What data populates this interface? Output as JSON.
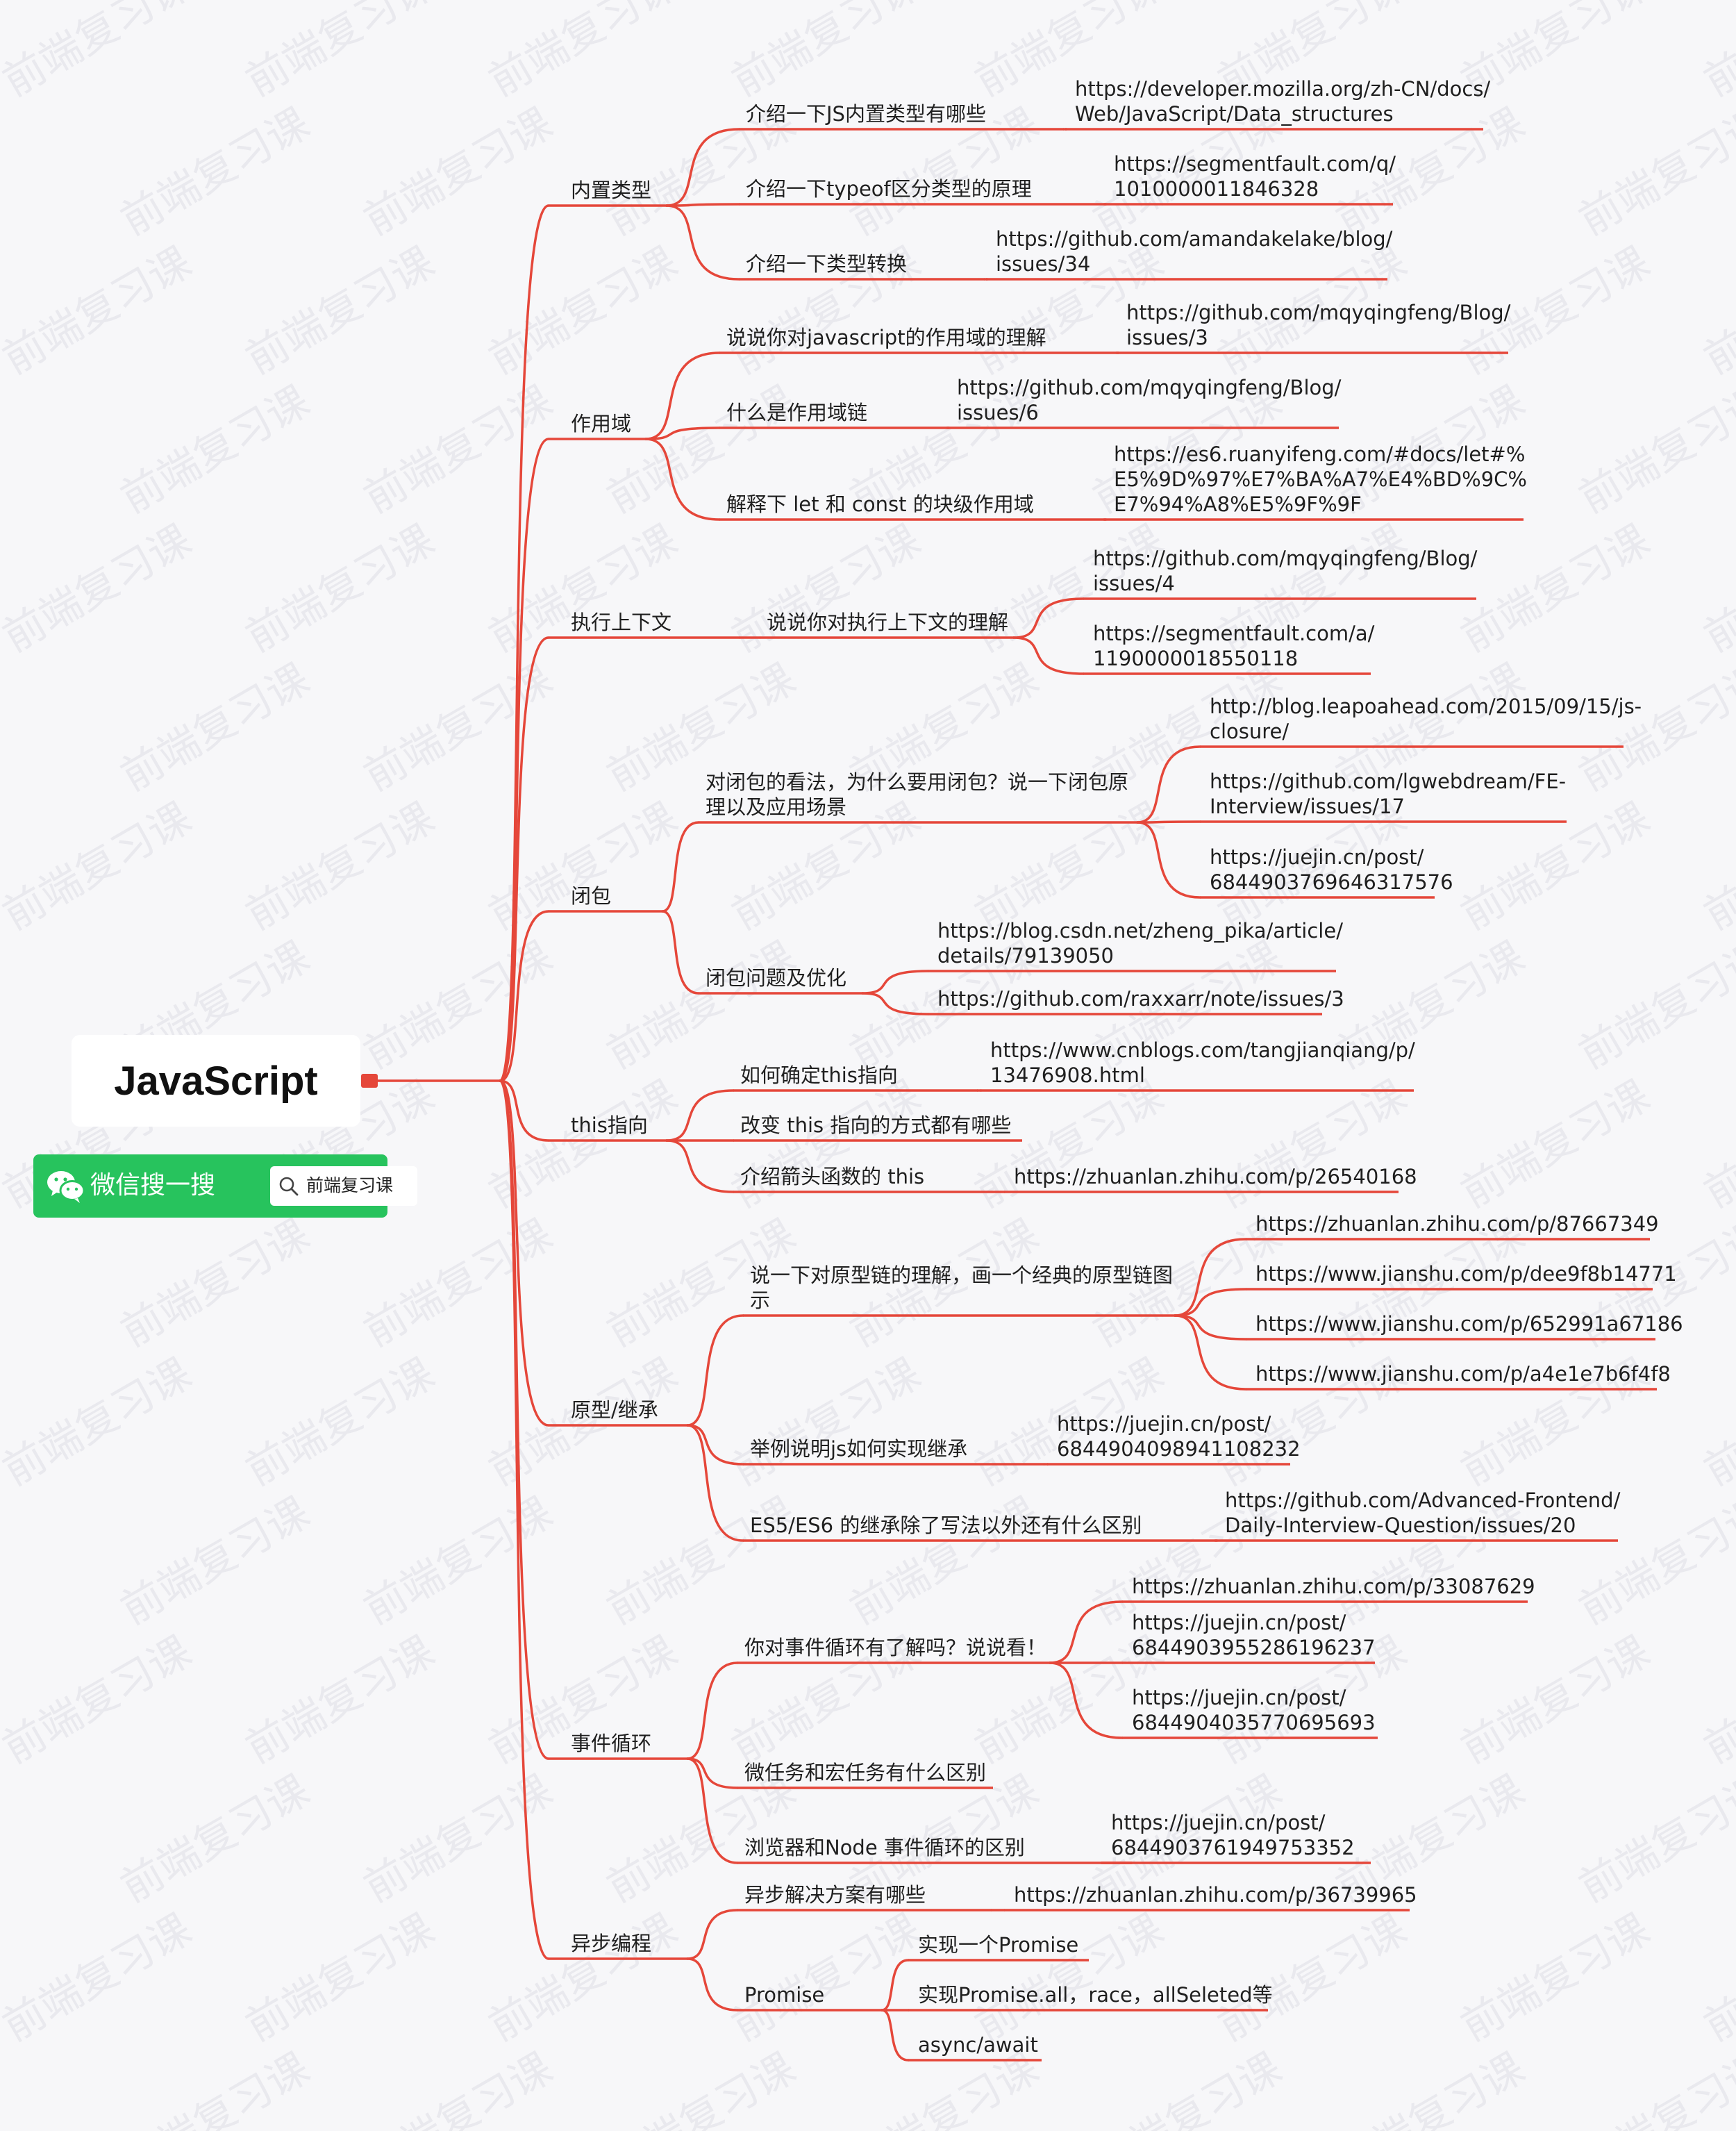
{
  "root": {
    "title": "JavaScript"
  },
  "badge": {
    "label": "微信搜一搜",
    "search_text": "前端复习课",
    "wechat_icon": "wechat-icon",
    "search_icon": "search-icon"
  },
  "colors": {
    "branch": "#e5473a",
    "background": "#f7f7f9",
    "badge": "#27c35d",
    "text": "#1f1f1f"
  },
  "watermark": {
    "text": "前端复习课"
  },
  "branches": [
    {
      "label": "内置类型",
      "children": [
        {
          "label": "介绍一下JS内置类型有哪些",
          "links": [
            [
              "https://developer.mozilla.org/zh-CN/docs/",
              "Web/JavaScript/Data_structures"
            ]
          ]
        },
        {
          "label": "介绍一下typeof区分类型的原理",
          "links": [
            [
              "https://segmentfault.com/q/",
              "1010000011846328"
            ]
          ]
        },
        {
          "label": "介绍一下类型转换",
          "links": [
            [
              "https://github.com/amandakelake/blog/",
              "issues/34"
            ]
          ]
        }
      ]
    },
    {
      "label": "作用域",
      "children": [
        {
          "label": "说说你对javascript的作用域的理解",
          "links": [
            [
              "https://github.com/mqyqingfeng/Blog/",
              "issues/3"
            ]
          ]
        },
        {
          "label": "什么是作用域链",
          "links": [
            [
              "https://github.com/mqyqingfeng/Blog/",
              "issues/6"
            ]
          ]
        },
        {
          "label": "解释下 let 和 const 的块级作用域",
          "links": [
            [
              "https://es6.ruanyifeng.com/#docs/let#%",
              "E5%9D%97%E7%BA%A7%E4%BD%9C%",
              "E7%94%A8%E5%9F%9F"
            ]
          ]
        }
      ]
    },
    {
      "label": "执行上下文",
      "children": [
        {
          "label": "说说你对执行上下文的理解",
          "links": [
            [
              "https://github.com/mqyqingfeng/Blog/",
              "issues/4"
            ],
            [
              "https://segmentfault.com/a/",
              "1190000018550118"
            ]
          ]
        }
      ]
    },
    {
      "label": "闭包",
      "children": [
        {
          "label": [
            "对闭包的看法，为什么要用闭包？说一下闭包原",
            "理以及应用场景"
          ],
          "links": [
            [
              "http://blog.leapoahead.com/2015/09/15/js-",
              "closure/"
            ],
            [
              "https://github.com/lgwebdream/FE-",
              "Interview/issues/17"
            ],
            [
              "https://juejin.cn/post/",
              "6844903769646317576"
            ]
          ]
        },
        {
          "label": "闭包问题及优化",
          "links": [
            [
              "https://blog.csdn.net/zheng_pika/article/",
              "details/79139050"
            ],
            [
              "https://github.com/raxxarr/note/issues/3"
            ]
          ]
        }
      ]
    },
    {
      "label": "this指向",
      "children": [
        {
          "label": "如何确定this指向",
          "links": [
            [
              "https://www.cnblogs.com/tangjianqiang/p/",
              "13476908.html"
            ]
          ]
        },
        {
          "label": "改变 this 指向的方式都有哪些",
          "links": []
        },
        {
          "label": "介绍箭头函数的 this",
          "links": [
            [
              "https://zhuanlan.zhihu.com/p/26540168"
            ]
          ]
        }
      ]
    },
    {
      "label": "原型/继承",
      "children": [
        {
          "label": [
            "说一下对原型链的理解，画一个经典的原型链图",
            "示"
          ],
          "links": [
            [
              "https://zhuanlan.zhihu.com/p/87667349"
            ],
            [
              "https://www.jianshu.com/p/dee9f8b14771"
            ],
            [
              "https://www.jianshu.com/p/652991a67186"
            ],
            [
              "https://www.jianshu.com/p/a4e1e7b6f4f8"
            ]
          ]
        },
        {
          "label": "举例说明js如何实现继承",
          "links": [
            [
              "https://juejin.cn/post/",
              "6844904098941108232"
            ]
          ]
        },
        {
          "label": "ES5/ES6 的继承除了写法以外还有什么区别",
          "links": [
            [
              "https://github.com/Advanced-Frontend/",
              "Daily-Interview-Question/issues/20"
            ]
          ]
        }
      ]
    },
    {
      "label": "事件循环",
      "children": [
        {
          "label": "你对事件循环有了解吗？说说看！",
          "links": [
            [
              "https://zhuanlan.zhihu.com/p/33087629"
            ],
            [
              "https://juejin.cn/post/",
              "6844903955286196237"
            ],
            [
              "https://juejin.cn/post/",
              "6844904035770695693"
            ]
          ]
        },
        {
          "label": "微任务和宏任务有什么区别",
          "links": []
        },
        {
          "label": "浏览器和Node 事件循环的区别",
          "links": [
            [
              "https://juejin.cn/post/",
              "6844903761949753352"
            ]
          ]
        }
      ]
    },
    {
      "label": "异步编程",
      "children": [
        {
          "label": "异步解决方案有哪些",
          "links": [
            [
              "https://zhuanlan.zhihu.com/p/36739965"
            ]
          ]
        },
        {
          "label": "Promise",
          "links": [
            [
              "实现一个Promise"
            ],
            [
              "实现Promise.all，race，allSeleted等"
            ],
            [
              "async/await"
            ]
          ]
        }
      ]
    }
  ]
}
